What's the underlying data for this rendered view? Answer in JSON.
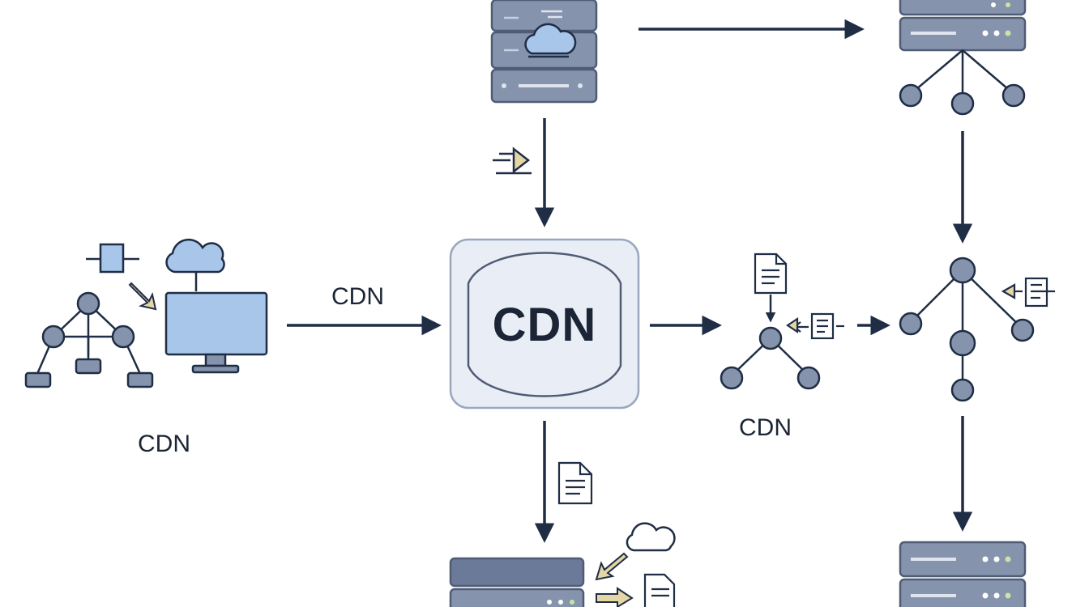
{
  "hub": {
    "label": "CDN"
  },
  "labels": {
    "edge_link": "CDN",
    "client": "CDN",
    "edge_network": "CDN"
  },
  "colors": {
    "arrow": "#1f2d45",
    "server_body": "#8693ad",
    "server_stroke": "#4f5c74",
    "node_fill": "#8693ad",
    "accent_blue": "#a7c6ea",
    "hub_fill": "#e9eef6",
    "arrow_gold": "#c9b57d"
  },
  "icons": [
    "server-stack-icon",
    "cloud-icon",
    "monitor-icon",
    "network-tree-icon",
    "document-icon",
    "cdn-hub-icon",
    "gold-arrow-icon"
  ]
}
